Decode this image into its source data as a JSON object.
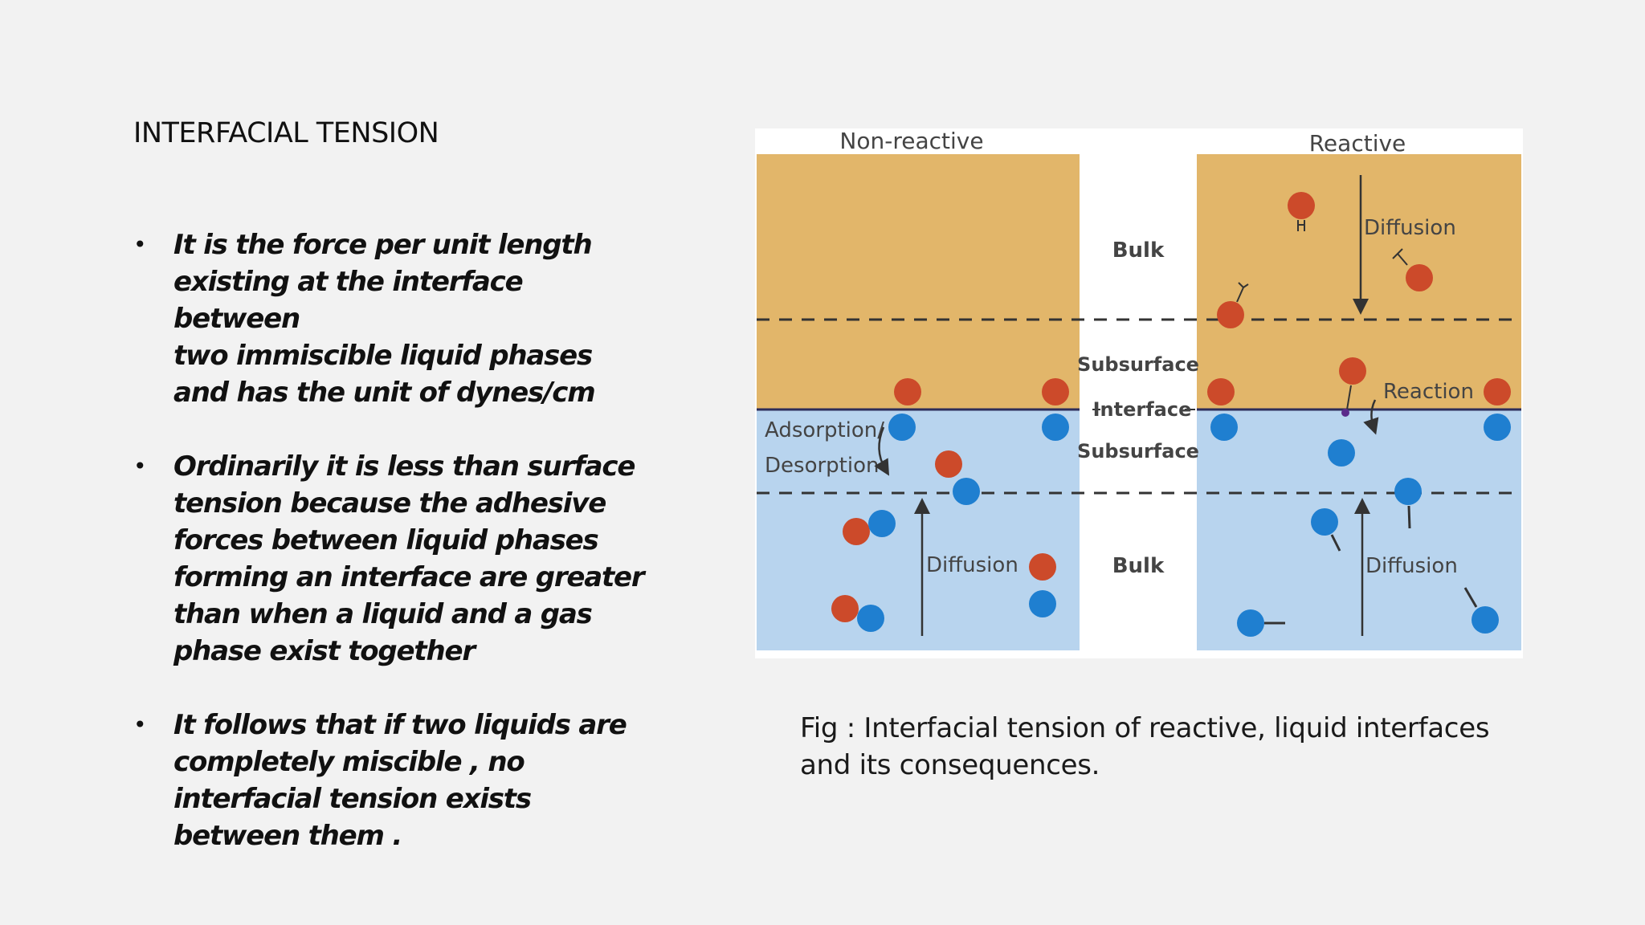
{
  "slide": {
    "title": "INTERFACIAL TENSION",
    "bullets": [
      " It is the force per unit length\nexisting at the interface between\ntwo immiscible liquid phases\nand has the unit of dynes/cm",
      "Ordinarily it is less than surface\ntension because the adhesive\nforces between liquid phases\nforming an interface are greater\nthan when a liquid and a gas\nphase exist together",
      "It follows that if two liquids are\ncompletely miscible , no\ninterfacial tension exists\nbetween them ."
    ],
    "bullet_symbol": "•",
    "caption": "Fig : Interfacial tension of reactive, liquid interfaces\nand its consequences."
  },
  "figure": {
    "panel_left_title": "Non-reactive",
    "panel_right_title": "Reactive",
    "middle_labels": {
      "bulk_top": "Bulk",
      "subsurface_top": "Subsurface",
      "interface": "Interface",
      "subsurface_bottom": "Subsurface",
      "bulk_bottom": "Bulk"
    },
    "left_labels": {
      "adsorption": "Adsorption/",
      "desorption": "Desorption",
      "diffusion": "Diffusion"
    },
    "right_labels": {
      "diffusion_top": "Diffusion",
      "reaction": "Reaction",
      "diffusion_bottom": "Diffusion"
    },
    "colors": {
      "oil_phase": "#e2b66a",
      "water_phase": "#b8d4ee",
      "red_molecule": "#cc4a2a",
      "blue_molecule": "#1f7fd0",
      "dashed_line": "#333333",
      "figure_bg": "#ffffff"
    }
  }
}
